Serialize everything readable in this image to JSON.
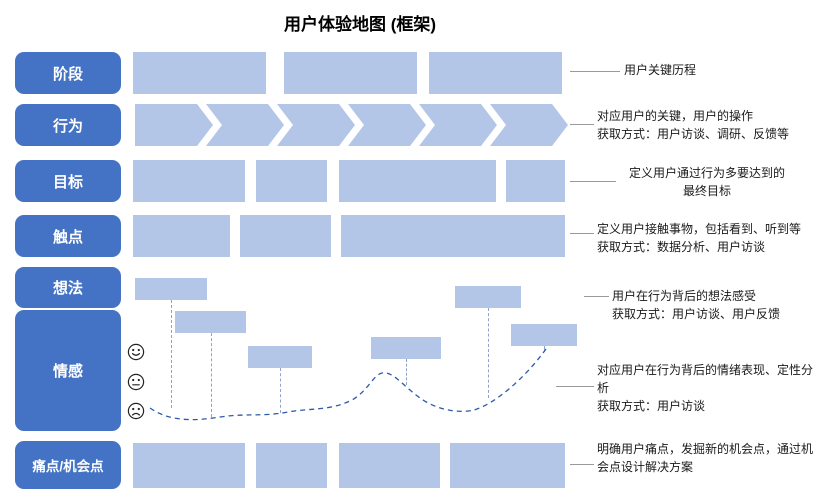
{
  "title": "用户体验地图 (框架)",
  "labels": {
    "stage": "阶段",
    "behavior": "行为",
    "goal": "目标",
    "touchpoint": "触点",
    "thoughts": "想法",
    "emotion": "情感",
    "pain": "痛点/机会点"
  },
  "notes": {
    "stage": {
      "lines": [
        "用户关键历程"
      ]
    },
    "behavior": {
      "lines": [
        "对应用户的关键，用户的操作",
        "获取方式：用户访谈、调研、反馈等"
      ]
    },
    "goal": {
      "lines": [
        "定义用户通过行为多要达到的",
        "最终目标"
      ]
    },
    "touchpoint": {
      "lines": [
        "定义用户接触事物，包括看到、听到等",
        "获取方式：数据分析、用户访谈"
      ]
    },
    "thoughts": {
      "lines": [
        "用户在行为背后的想法感受",
        "获取方式：用户访谈、用户反馈"
      ]
    },
    "emotion": {
      "lines": [
        "对应用户在行为背后的情绪表现、定性分析",
        "获取方式：用户访谈"
      ]
    },
    "pain": {
      "lines": [
        "明确用户痛点，发掘新的机会点，通过机会点设计解决方案"
      ]
    }
  },
  "icons": {
    "happy": "happy-face-icon",
    "neutral": "neutral-face-icon",
    "sad": "sad-face-icon",
    "behavior_arrows": "chevron-right-shape"
  },
  "colors": {
    "label_bg": "#4472c4",
    "block_bg": "#b3c6e7",
    "curve": "#2e5aa8"
  }
}
